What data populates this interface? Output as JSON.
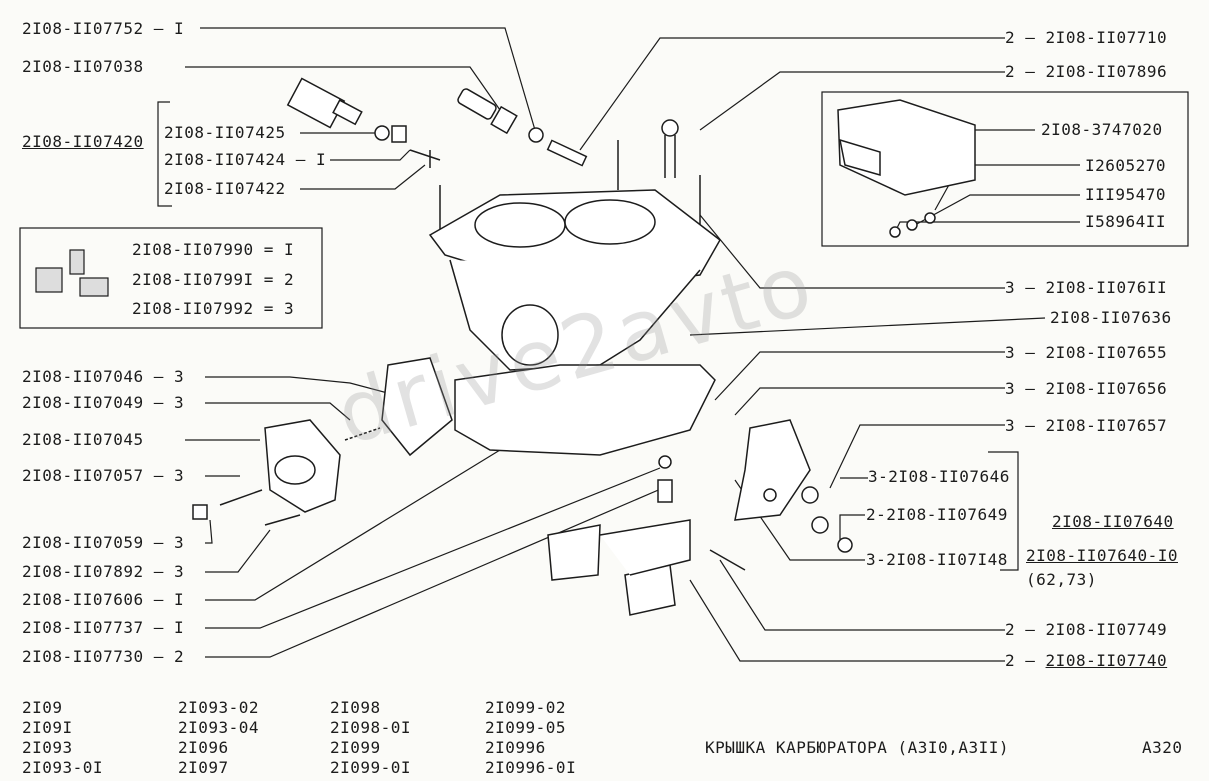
{
  "watermark": "drive2avto",
  "colors": {
    "ink": "#1c1c1c",
    "paper": "#fbfbf8",
    "faint": "#9a9a9a"
  },
  "labels": {
    "p1": "2I08-II07752",
    "q1": "I",
    "p2": "2I08-II07038",
    "p3": "2I08-II07420",
    "p4": "2I08-II07425",
    "p5": "2I08-II07424",
    "q5": "I",
    "p6": "2I08-II07422",
    "p7": "2I08-II07990",
    "q7": "I",
    "p8": "2I08-II0799I",
    "q8": "2",
    "p9": "2I08-II07992",
    "q9": "3",
    "p10": "2I08-II07046",
    "q10": "3",
    "p11": "2I08-II07049",
    "q11": "3",
    "p12": "2I08-II07045",
    "p13": "2I08-II07057",
    "q13": "3",
    "p14": "2I08-II07059",
    "q14": "3",
    "p15": "2I08-II07892",
    "q15": "3",
    "p16": "2I08-II07606",
    "q16": "I",
    "p17": "2I08-II07737",
    "q17": "I",
    "p18": "2I08-II07730",
    "q18": "2",
    "r1": "2I08-II07710",
    "rq1": "2",
    "r2": "2I08-II07896",
    "rq2": "2",
    "r3": "2I08-3747020",
    "r4": "I2605270",
    "r5": "III95470",
    "r6": "I58964II",
    "r7": "2I08-II076II",
    "rq7": "3",
    "r8": "2I08-II07636",
    "r9": "2I08-II07655",
    "rq9": "3",
    "r10": "2I08-II07656",
    "rq10": "3",
    "r11": "2I08-II07657",
    "rq11": "3",
    "r12": "3-2I08-II07646",
    "r13": "2-2I08-II07649",
    "r14": "3-2I08-II07I48",
    "r15": "2I08-II07640",
    "r16": "2I08-II07640-I0",
    "r17": "(62,73)",
    "r18": "2I08-II07749",
    "rq18": "2",
    "r19": "2I08-II07740",
    "rq19": "2"
  },
  "models": {
    "c1": [
      "2I09",
      "2I09I",
      "2I093",
      "2I093-0I"
    ],
    "c2": [
      "2I093-02",
      "2I093-04",
      "2I096",
      "2I097"
    ],
    "c3": [
      "2I098",
      "2I098-0I",
      "2I099",
      "2I099-0I"
    ],
    "c4": [
      "2I099-02",
      "2I099-05",
      "2I0996",
      "2I0996-0I"
    ]
  },
  "title": "КРЫШКА КАРБЮРАТОРА (А3I0,А3II)",
  "page_code": "А320"
}
